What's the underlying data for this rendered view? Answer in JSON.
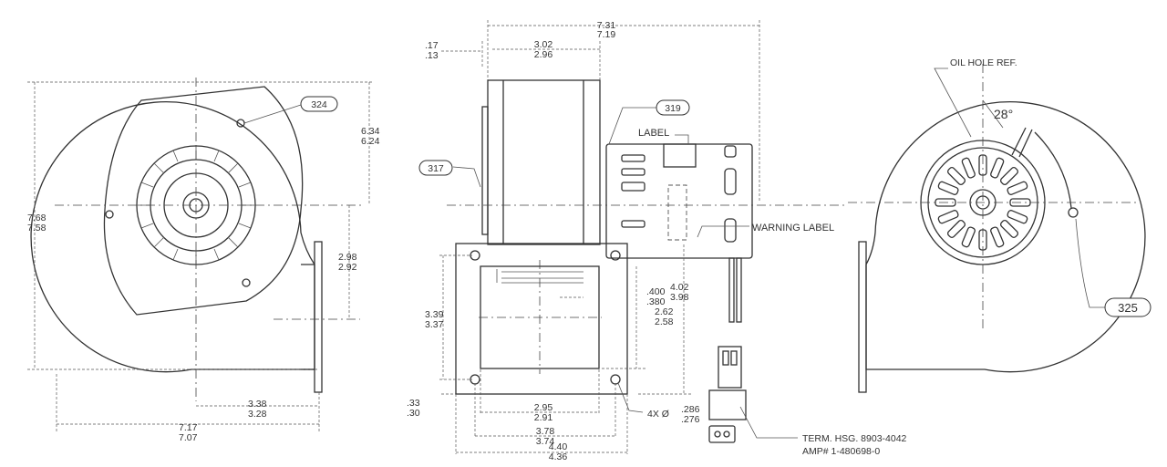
{
  "left_view": {
    "overall_height": [
      "7.68",
      "7.58"
    ],
    "upper_height": [
      "6.34",
      "6.24"
    ],
    "outlet_offset": [
      "2.98",
      "2.92"
    ],
    "outlet_to_center": [
      "3.38",
      "3.28"
    ],
    "overall_width": [
      "7.17",
      "7.07"
    ],
    "callout": "324"
  },
  "side_view": {
    "overall_depth": [
      "7.31",
      "7.19"
    ],
    "flange_offset": [
      ".17",
      ".13"
    ],
    "housing_width": [
      "3.02",
      "2.96"
    ],
    "callout_motor": "319",
    "callout_housing": "317",
    "label_text": "LABEL",
    "warning_label_text": "WARNING LABEL",
    "flange_height": [
      "4.02",
      "3.98"
    ],
    "inset": [
      ".400",
      ".380"
    ],
    "hole_spacing_v": [
      "3.39",
      "3.37"
    ],
    "outlet_height": [
      "2.62",
      "2.58"
    ],
    "bottom_offset": [
      ".33",
      ".30"
    ],
    "outlet_width": [
      "2.95",
      "2.91"
    ],
    "hole_note": "4X Ø",
    "hole_diameter": [
      ".286",
      ".276"
    ],
    "hole_spacing_h": [
      "3.78",
      "3.74"
    ],
    "flange_width": [
      "4.40",
      "4.36"
    ],
    "connector_note": [
      "TERM. HSG. 8903-4042",
      "AMP# 1-480698-0"
    ]
  },
  "right_view": {
    "oil_hole": "OIL HOLE REF.",
    "angle": "28°",
    "callout": "325"
  }
}
